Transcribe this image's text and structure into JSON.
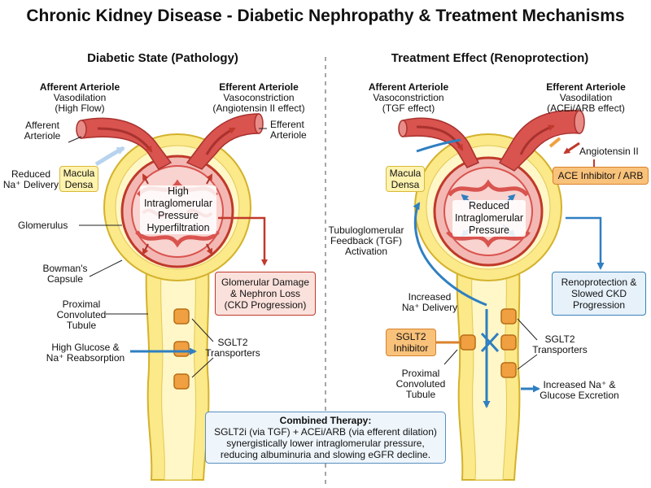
{
  "title": "Chronic Kidney Disease - Diabetic Nephropathy & Treatment Mechanisms",
  "left_panel": {
    "heading": "Diabetic State (Pathology)",
    "afferent_heading": "Afferent Arteriole",
    "afferent_sub1": "Vasodilation",
    "afferent_sub2": "(High Flow)",
    "efferent_heading": "Efferent Arteriole",
    "efferent_sub1": "Vasoconstriction",
    "efferent_sub2": "(Angiotensin II effect)",
    "afferent_label_1": "Afferent",
    "afferent_label_2": "Arteriole",
    "efferent_label_1": "Efferent",
    "efferent_label_2": "Arteriole",
    "reduced_na_1": "Reduced",
    "reduced_na_2": "Na⁺ Delivery",
    "macula_densa_1": "Macula",
    "macula_densa_2": "Densa",
    "inner_1": "High",
    "inner_2": "Intraglomerular",
    "inner_3": "Pressure",
    "inner_4": "Hyperfiltration",
    "glomerulus": "Glomerulus",
    "bowmans_1": "Bowman's",
    "bowmans_2": "Capsule",
    "pct_1": "Proximal",
    "pct_2": "Convoluted",
    "pct_3": "Tubule",
    "high_glucose_1": "High Glucose &",
    "high_glucose_2": "Na⁺ Reabsorption",
    "sglt2_1": "SGLT2",
    "sglt2_2": "Transporters",
    "damage_1": "Glomerular Damage",
    "damage_2": "& Nephron Loss",
    "damage_3": "(CKD Progression)"
  },
  "right_panel": {
    "heading": "Treatment Effect (Renoprotection)",
    "afferent_heading": "Afferent Arteriole",
    "afferent_sub1": "Vasoconstriction",
    "afferent_sub2": "(TGF effect)",
    "efferent_heading": "Efferent Arteriole",
    "efferent_sub1": "Vasodilation",
    "efferent_sub2": "(ACEi/ARB effect)",
    "angiotensin": "Angiotensin II",
    "ace_box": "ACE Inhibitor / ARB",
    "macula_densa_1": "Macula",
    "macula_densa_2": "Densa",
    "inner_1": "Reduced",
    "inner_2": "Intraglomerular",
    "inner_3": "Pressure",
    "tgf_1": "Tubuloglomerular",
    "tgf_2": "Feedback (TGF)",
    "tgf_3": "Activation",
    "increased_na_1": "Increased",
    "increased_na_2": "Na⁺ Delivery",
    "sglt2i_1": "SGLT2",
    "sglt2i_2": "Inhibitor",
    "sglt2_1": "SGLT2",
    "sglt2_2": "Transporters",
    "pct_1": "Proximal",
    "pct_2": "Convoluted",
    "pct_3": "Tubule",
    "excretion_1": "Increased Na⁺ &",
    "excretion_2": "Glucose Excretion",
    "reno_1": "Renoprotection &",
    "reno_2": "Slowed CKD",
    "reno_3": "Progression"
  },
  "combined": {
    "heading": "Combined Therapy:",
    "line1": "SGLT2i (via TGF) + ACEi/ARB (via efferent dilation)",
    "line2": "synergistically lower intraglomerular pressure,",
    "line3": "reducing albuminuria and slowing eGFR decline."
  },
  "colors": {
    "vessel": "#d9534f",
    "vessel_dark": "#a8322e",
    "capsule": "#fbe98a",
    "capsule_edge": "#d4b22c",
    "transporter": "#f0a040",
    "blue_arrow": "#2f7fc1",
    "red_arrow": "#c0392b"
  }
}
